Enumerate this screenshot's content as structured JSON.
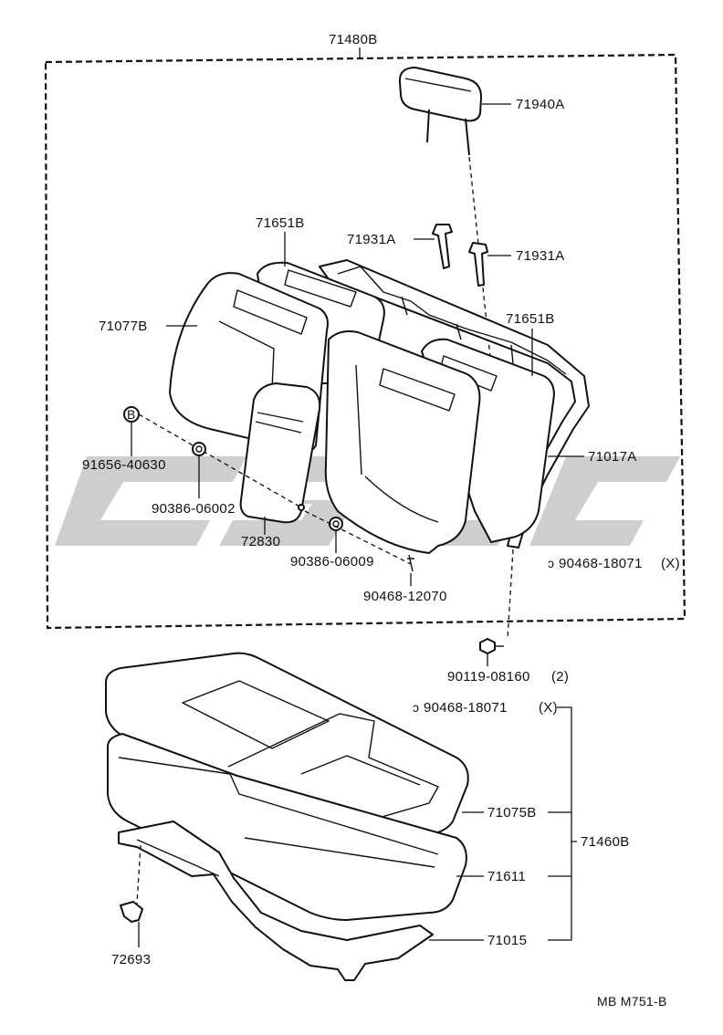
{
  "assembly": {
    "seatback_assembly": "71480B",
    "cushion_assembly": "71460B",
    "drawing_code": "MB M751-B"
  },
  "callouts": {
    "headrest": "71940A",
    "headrest_support_left": "71931A",
    "headrest_support_right": "71931A",
    "seatback_pad_left": "71651B",
    "seatback_pad_right": "71651B",
    "seatback_cover": "71077B",
    "seatback_frame": "71017A",
    "armrest": "72830",
    "circle_b_symbol": "B",
    "bolt_b": "91656-40630",
    "nut_left": "90386-06002",
    "nut_right": "90386-06009",
    "clip_small": "90468-12070",
    "clip_x_back": "90468-18071",
    "clip_x_back_qty": "(X)",
    "bolt_bottom": "90119-08160",
    "bolt_bottom_qty": "(2)",
    "clip_x_cushion": "90468-18071",
    "clip_x_cushion_qty": "(X)",
    "cushion_cover": "71075B",
    "cushion_pad": "71611",
    "cushion_frame": "71015",
    "hook": "72693"
  },
  "watermark_icon": "vendor-logo-watermark"
}
